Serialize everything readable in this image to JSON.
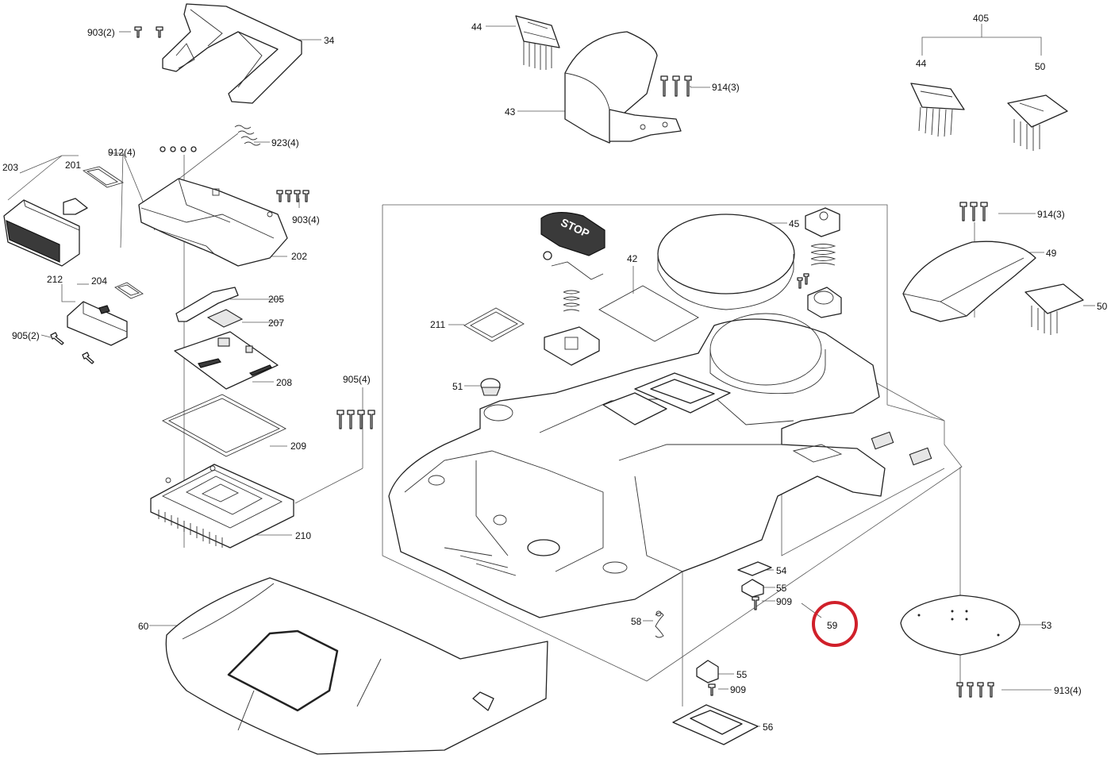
{
  "diagram": {
    "labels": {
      "l903_2": "903(2)",
      "l34": "34",
      "l44a": "44",
      "l43": "43",
      "l914_3a": "914(3)",
      "l405": "405",
      "l44b": "44",
      "l50a": "50",
      "l923_4": "923(4)",
      "l912_4": "912(4)",
      "l203": "203",
      "l201": "201",
      "l903_4": "903(4)",
      "l202": "202",
      "l212": "212",
      "l204": "204",
      "l905_2": "905(2)",
      "l205": "205",
      "l207": "207",
      "l208": "208",
      "l209": "209",
      "l905_4": "905(4)",
      "l210": "210",
      "l60": "60",
      "l45": "45",
      "l42": "42",
      "l211": "211",
      "l51": "51",
      "l914_3b": "914(3)",
      "l49": "49",
      "l50b": "50",
      "l54": "54",
      "l55a": "55",
      "l909a": "909",
      "l59": "59",
      "l58": "58",
      "l53": "53",
      "l55b": "55",
      "l909b": "909",
      "l913_4": "913(4)",
      "l56": "56"
    },
    "stop_button_text": "STOP",
    "highlight_color": "#d0202a"
  }
}
